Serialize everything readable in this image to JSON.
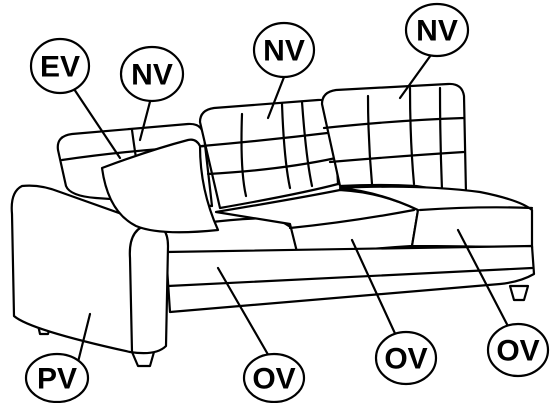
{
  "labels": {
    "ev": "EV",
    "nv_left": "NV",
    "nv_middle": "NV",
    "nv_right": "NV",
    "pv": "PV",
    "ov_left": "OV",
    "ov_middle": "OV",
    "ov_right": "OV"
  },
  "colors": {
    "ink": "#000000",
    "fill": "#ffffff"
  }
}
